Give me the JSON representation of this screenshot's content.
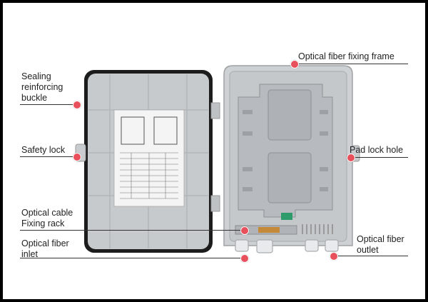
{
  "labels": {
    "sealing_buckle": "Sealing\nreinforcing\nbuckle",
    "safety_lock": "Safety lock",
    "cable_fixing_rack": "Optical cable\nFixing rack",
    "fiber_inlet": "Optical fiber\ninlet",
    "fixing_frame": "Optical fiber fixing frame",
    "pad_lock_hole": "Pad lock hole",
    "fiber_outlet": "Optical fiber\noutlet"
  },
  "colors": {
    "callout_dot": "#e8505b",
    "enclosure": "#c9ccce",
    "door_border": "#1c1c1c",
    "tray": "#b7bbbf"
  }
}
